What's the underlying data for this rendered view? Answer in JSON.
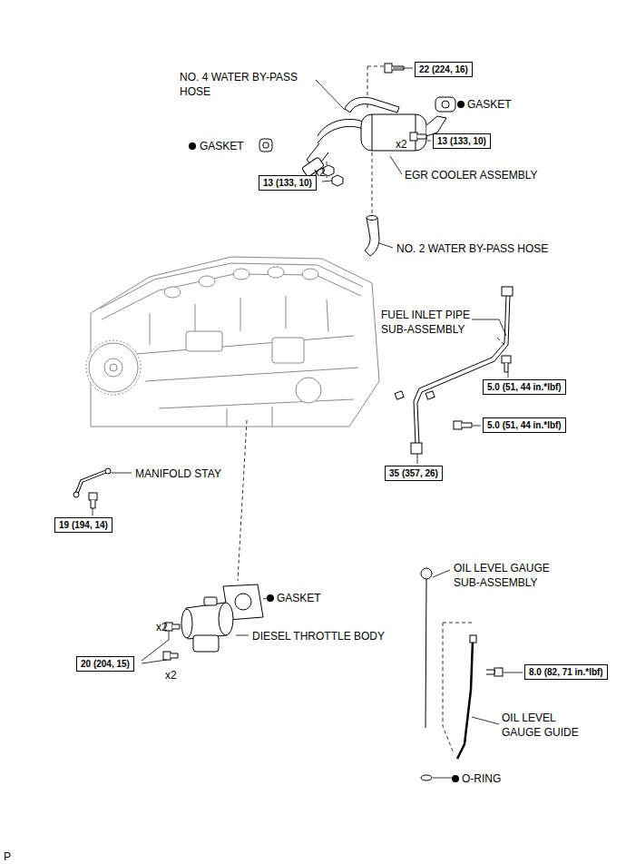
{
  "diagram": {
    "nodes": [
      {
        "text": [
          "22 (224, 16)"
        ]
      },
      {
        "text": [
          "13 (133, 10)"
        ]
      },
      {
        "text": [
          "13 (133, 10)"
        ]
      },
      {
        "text": [
          "5.0 (51, 44 in.*lbf)"
        ]
      },
      {
        "text": [
          "5.0 (51, 44 in.*lbf)"
        ]
      },
      {
        "text": [
          "35 (357, 26)"
        ]
      },
      {
        "text": [
          "19 (194, 14)"
        ]
      },
      {
        "text": [
          "20 (204, 15)"
        ]
      },
      {
        "text": [
          "8.0 (82, 71 in.*lbf)"
        ]
      }
    ],
    "labels": [
      "NO. 4 WATER BY-PASS HOSE",
      "GASKET",
      "x2",
      "GASKET",
      "x2",
      "EGR COOLER ASSEMBLY",
      "NO. 2 WATER BY-PASS HOSE",
      "FUEL INLET PIPE SUB-ASSEMBLY",
      "MANIFOLD STAY",
      "OIL LEVEL GAUGE SUB-ASSEMBLY",
      "GASKET",
      "x2",
      "DIESEL THROTTLE BODY",
      "x2",
      "OIL LEVEL GAUGE GUIDE",
      "O-RING",
      "P"
    ]
  }
}
